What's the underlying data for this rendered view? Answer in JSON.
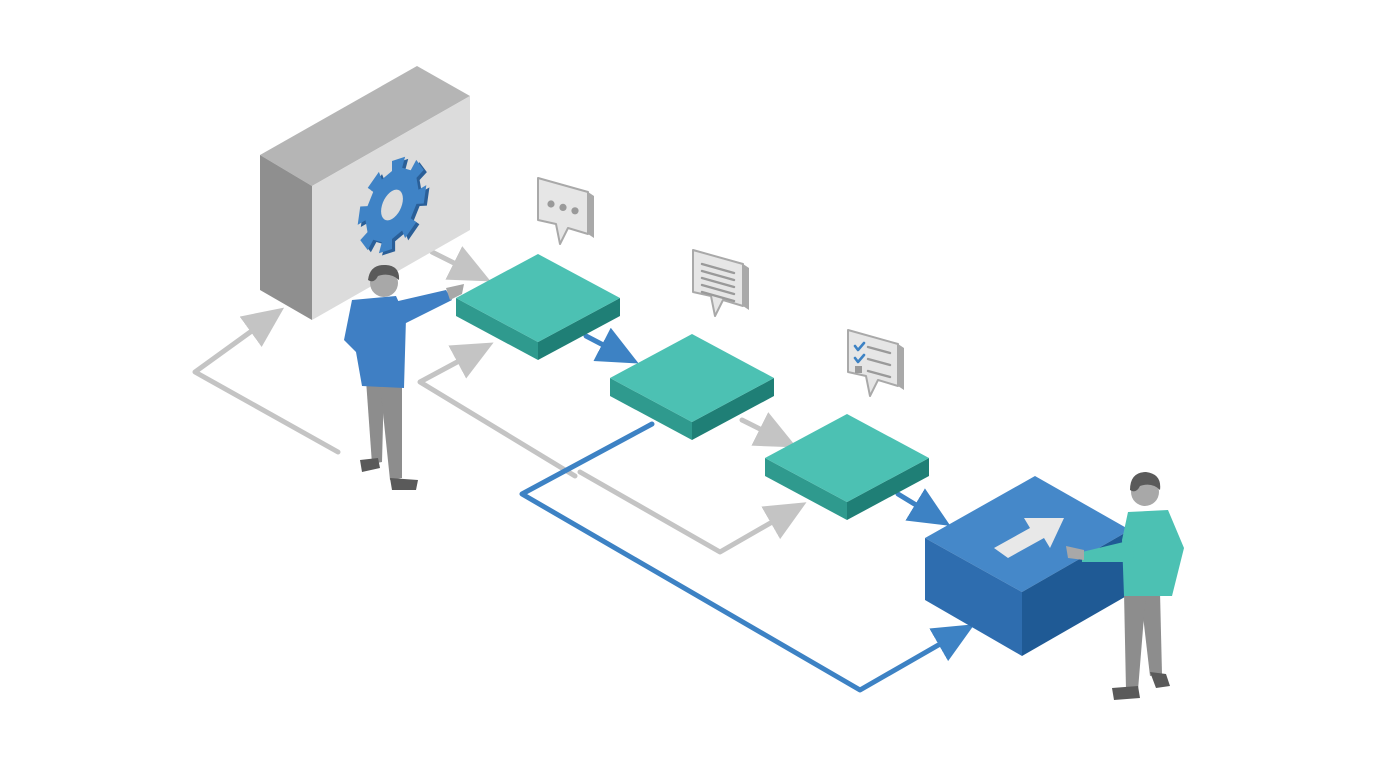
{
  "diagram": {
    "kind": "isometric-workflow",
    "colors": {
      "background": "#ffffff",
      "server_top": "#b5b5b5",
      "server_side": "#8f8f8f",
      "server_front": "#dcdcdc",
      "gear": "#3f83c6",
      "gear_dark": "#2a5f98",
      "step_top": "#4cc1b3",
      "step_left": "#2f9a8e",
      "step_right": "#1f7f76",
      "final_top": "#4588c9",
      "final_left": "#2e6daf",
      "final_right": "#1f5a95",
      "arrow_gray": "#c4c4c4",
      "arrow_blue": "#3d82c4",
      "bubble_face": "#e6e6e6",
      "bubble_side": "#a9a9a9",
      "check_blue": "#3d82c4",
      "person_left_shirt": "#3f7fc4",
      "person_right_shirt": "#4cc1b3",
      "pants": "#8d8d8d",
      "skin": "#a8a8a8",
      "hair": "#5a5a5a",
      "upload_arrow": "#e8e8e8"
    },
    "icons": {
      "server": "server-box",
      "gear": "gear-icon",
      "bubble_1": "chat-ellipsis-icon",
      "bubble_2": "document-lines-icon",
      "bubble_3": "checklist-icon",
      "final": "upload-arrow-icon"
    },
    "steps": [
      {
        "id": "step-1",
        "icon": "chat-ellipsis-icon"
      },
      {
        "id": "step-2",
        "icon": "document-lines-icon"
      },
      {
        "id": "step-3",
        "icon": "checklist-icon"
      },
      {
        "id": "final",
        "icon": "upload-arrow-icon"
      }
    ],
    "people": [
      {
        "id": "left-operator",
        "role": "pointing"
      },
      {
        "id": "right-operator",
        "role": "pushing"
      }
    ]
  }
}
